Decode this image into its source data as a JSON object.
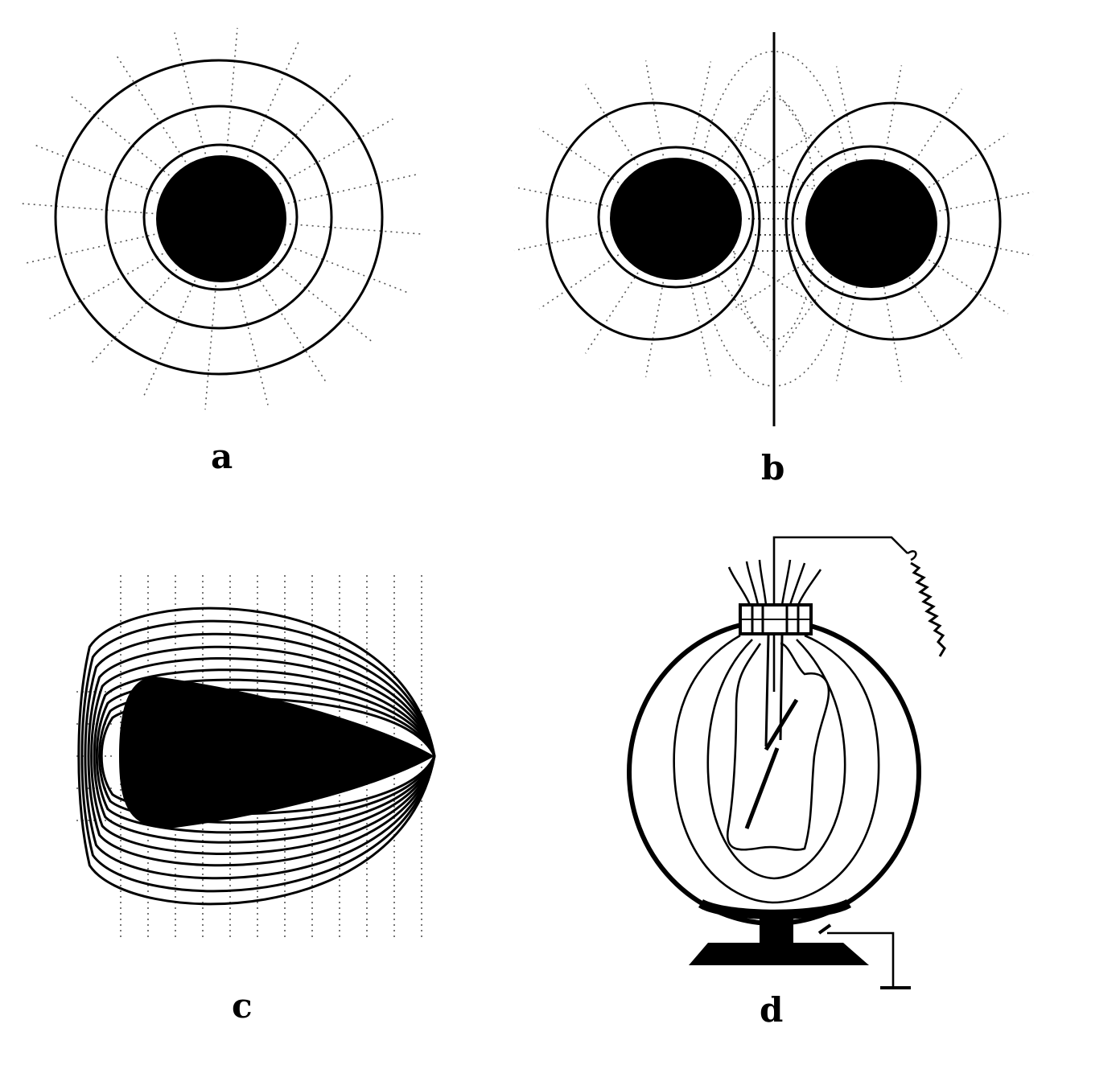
{
  "panels": [
    {
      "id": "a",
      "label": "a"
    },
    {
      "id": "b",
      "label": "b"
    },
    {
      "id": "c",
      "label": "c"
    },
    {
      "id": "d",
      "label": "d"
    }
  ],
  "colors": {
    "ink": "#000000",
    "field_line": "#555555",
    "background": "#ffffff"
  }
}
